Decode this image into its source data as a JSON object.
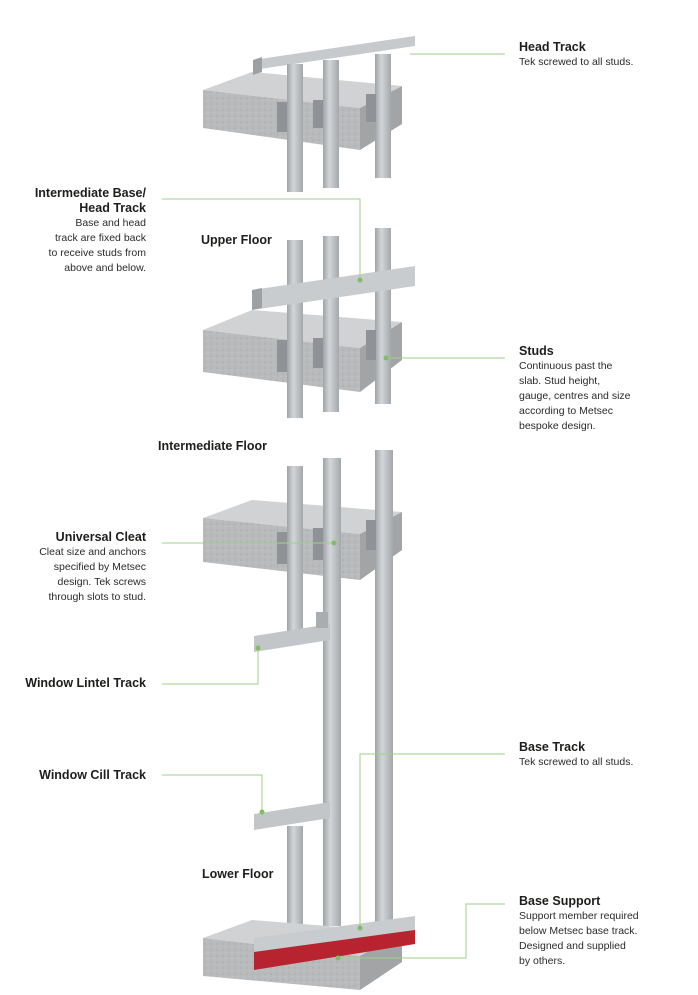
{
  "callouts": {
    "head_track": {
      "title": "Head Track",
      "desc": [
        "Tek screwed to all studs."
      ]
    },
    "intermediate_track": {
      "title": [
        "Intermediate Base/",
        "Head Track"
      ],
      "desc": [
        "Base and head",
        "track are fixed back",
        "to receive studs from",
        "above and below."
      ]
    },
    "studs": {
      "title": "Studs",
      "desc": [
        "Continuous past the",
        "slab. Stud height,",
        "gauge, centres and size",
        "according to Metsec",
        "bespoke design."
      ]
    },
    "universal_cleat": {
      "title": "Universal Cleat",
      "desc": [
        "Cleat size and anchors",
        "specified by Metsec",
        "design. Tek screws",
        "through slots to stud."
      ]
    },
    "window_lintel": {
      "title": "Window Lintel Track"
    },
    "window_cill": {
      "title": "Window Cill Track"
    },
    "base_track": {
      "title": "Base Track",
      "desc": [
        "Tek screwed to all studs."
      ]
    },
    "base_support": {
      "title": "Base Support",
      "desc": [
        "Support member required",
        "below Metsec base track.",
        "Designed and supplied",
        "by others."
      ]
    }
  },
  "floors": {
    "upper": "Upper Floor",
    "intermediate": "Intermediate Floor",
    "lower": "Lower Floor"
  },
  "colors": {
    "leader_line": "#9fd08a",
    "steel": "#b9bdc0",
    "concrete": "#b3b5b6",
    "base_support": "#b7232f"
  }
}
